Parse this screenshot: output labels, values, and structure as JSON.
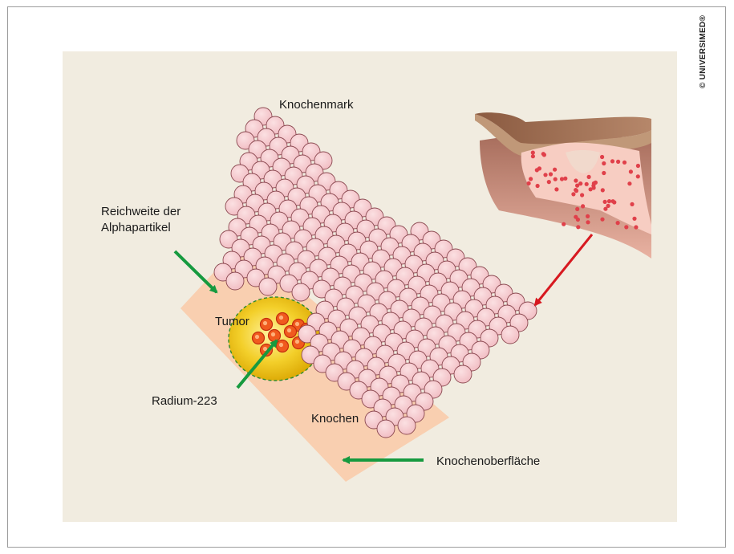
{
  "copyright": "© UNIVERSIMED®",
  "labels": {
    "bone_marrow": "Knochenmark",
    "range_line1": "Reichweite der",
    "range_line2": "Alphapartikel",
    "tumor": "Tumor",
    "radium": "Radium-223",
    "bone": "Knochen",
    "bone_surface": "Knochenoberfläche"
  },
  "colors": {
    "background": "#f1ece0",
    "marrow_cell": "#f4c6cb",
    "bone": "#f9cfb0",
    "tumor_glow": "#e6b400",
    "radium": "#e8451c",
    "arrow_green": "#169a3f",
    "arrow_red": "#d71920"
  }
}
